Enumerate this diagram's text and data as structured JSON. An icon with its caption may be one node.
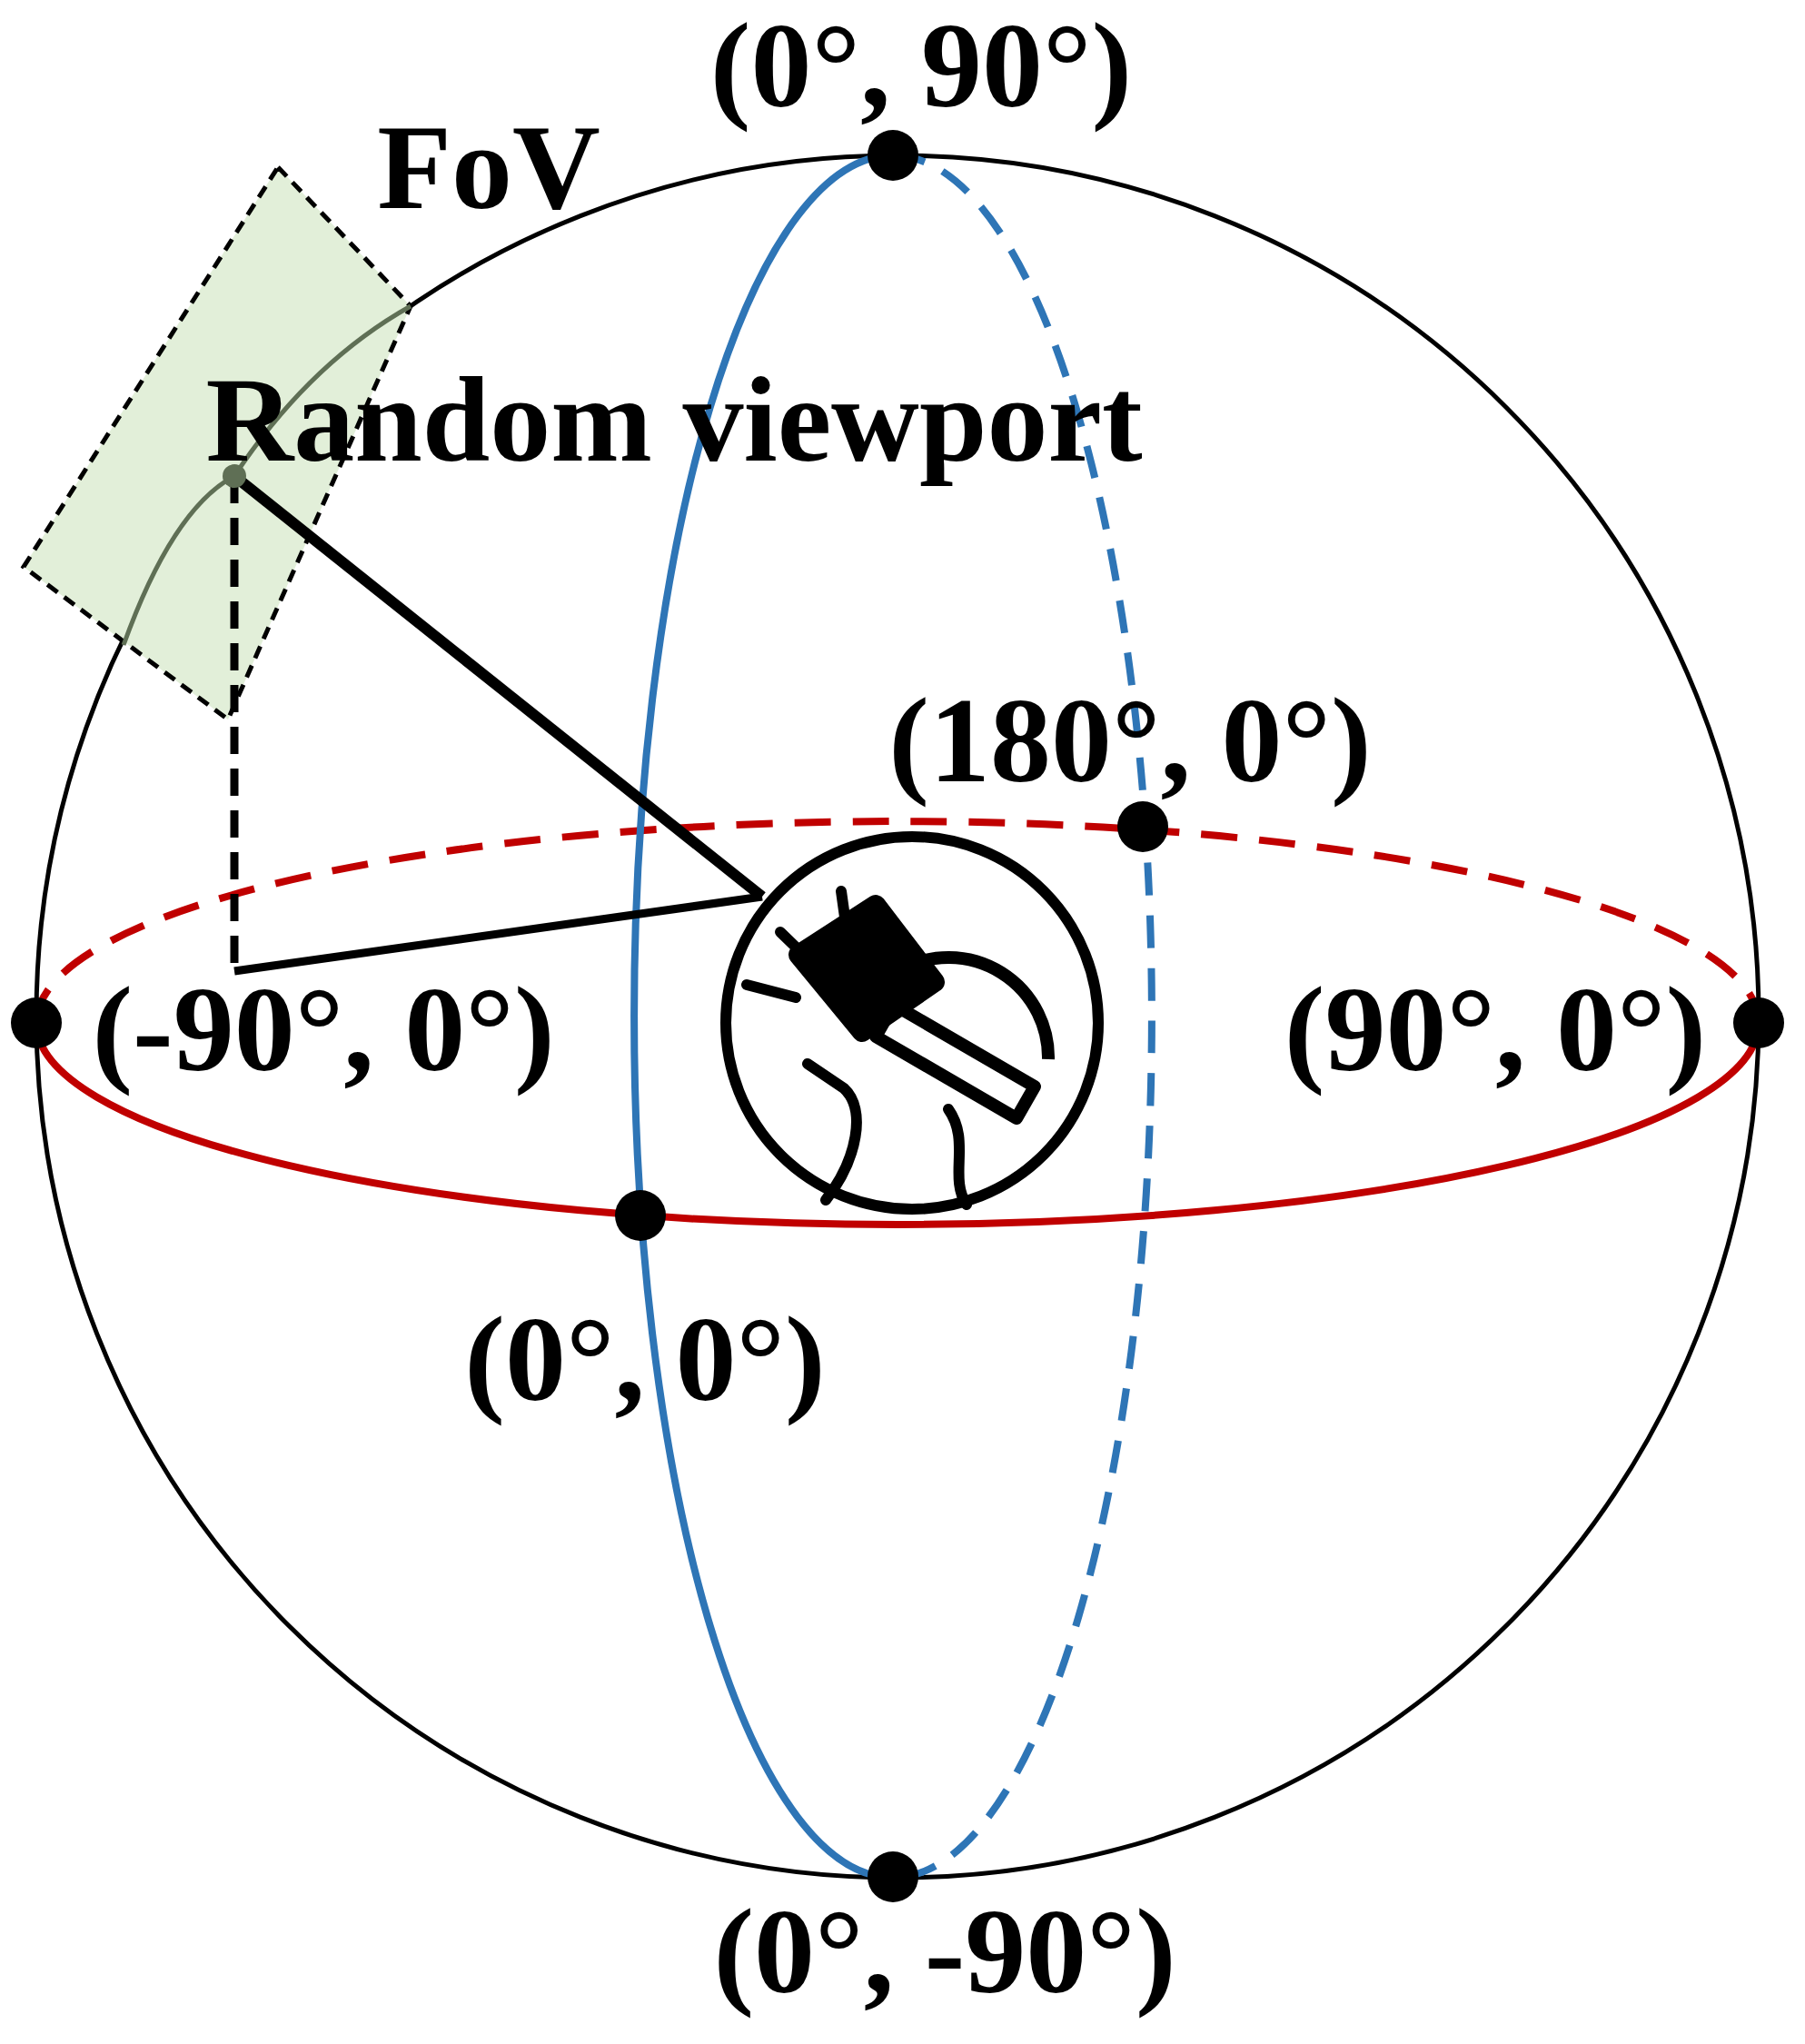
{
  "diagram": {
    "labels": [
      "(0°, 90°)",
      "FoV",
      "Random viewport",
      "(180°, 0°)",
      "(-90°, 0°)",
      "(90°, 0°)",
      "(0°, 0°)",
      "(0°, -90°)"
    ]
  }
}
